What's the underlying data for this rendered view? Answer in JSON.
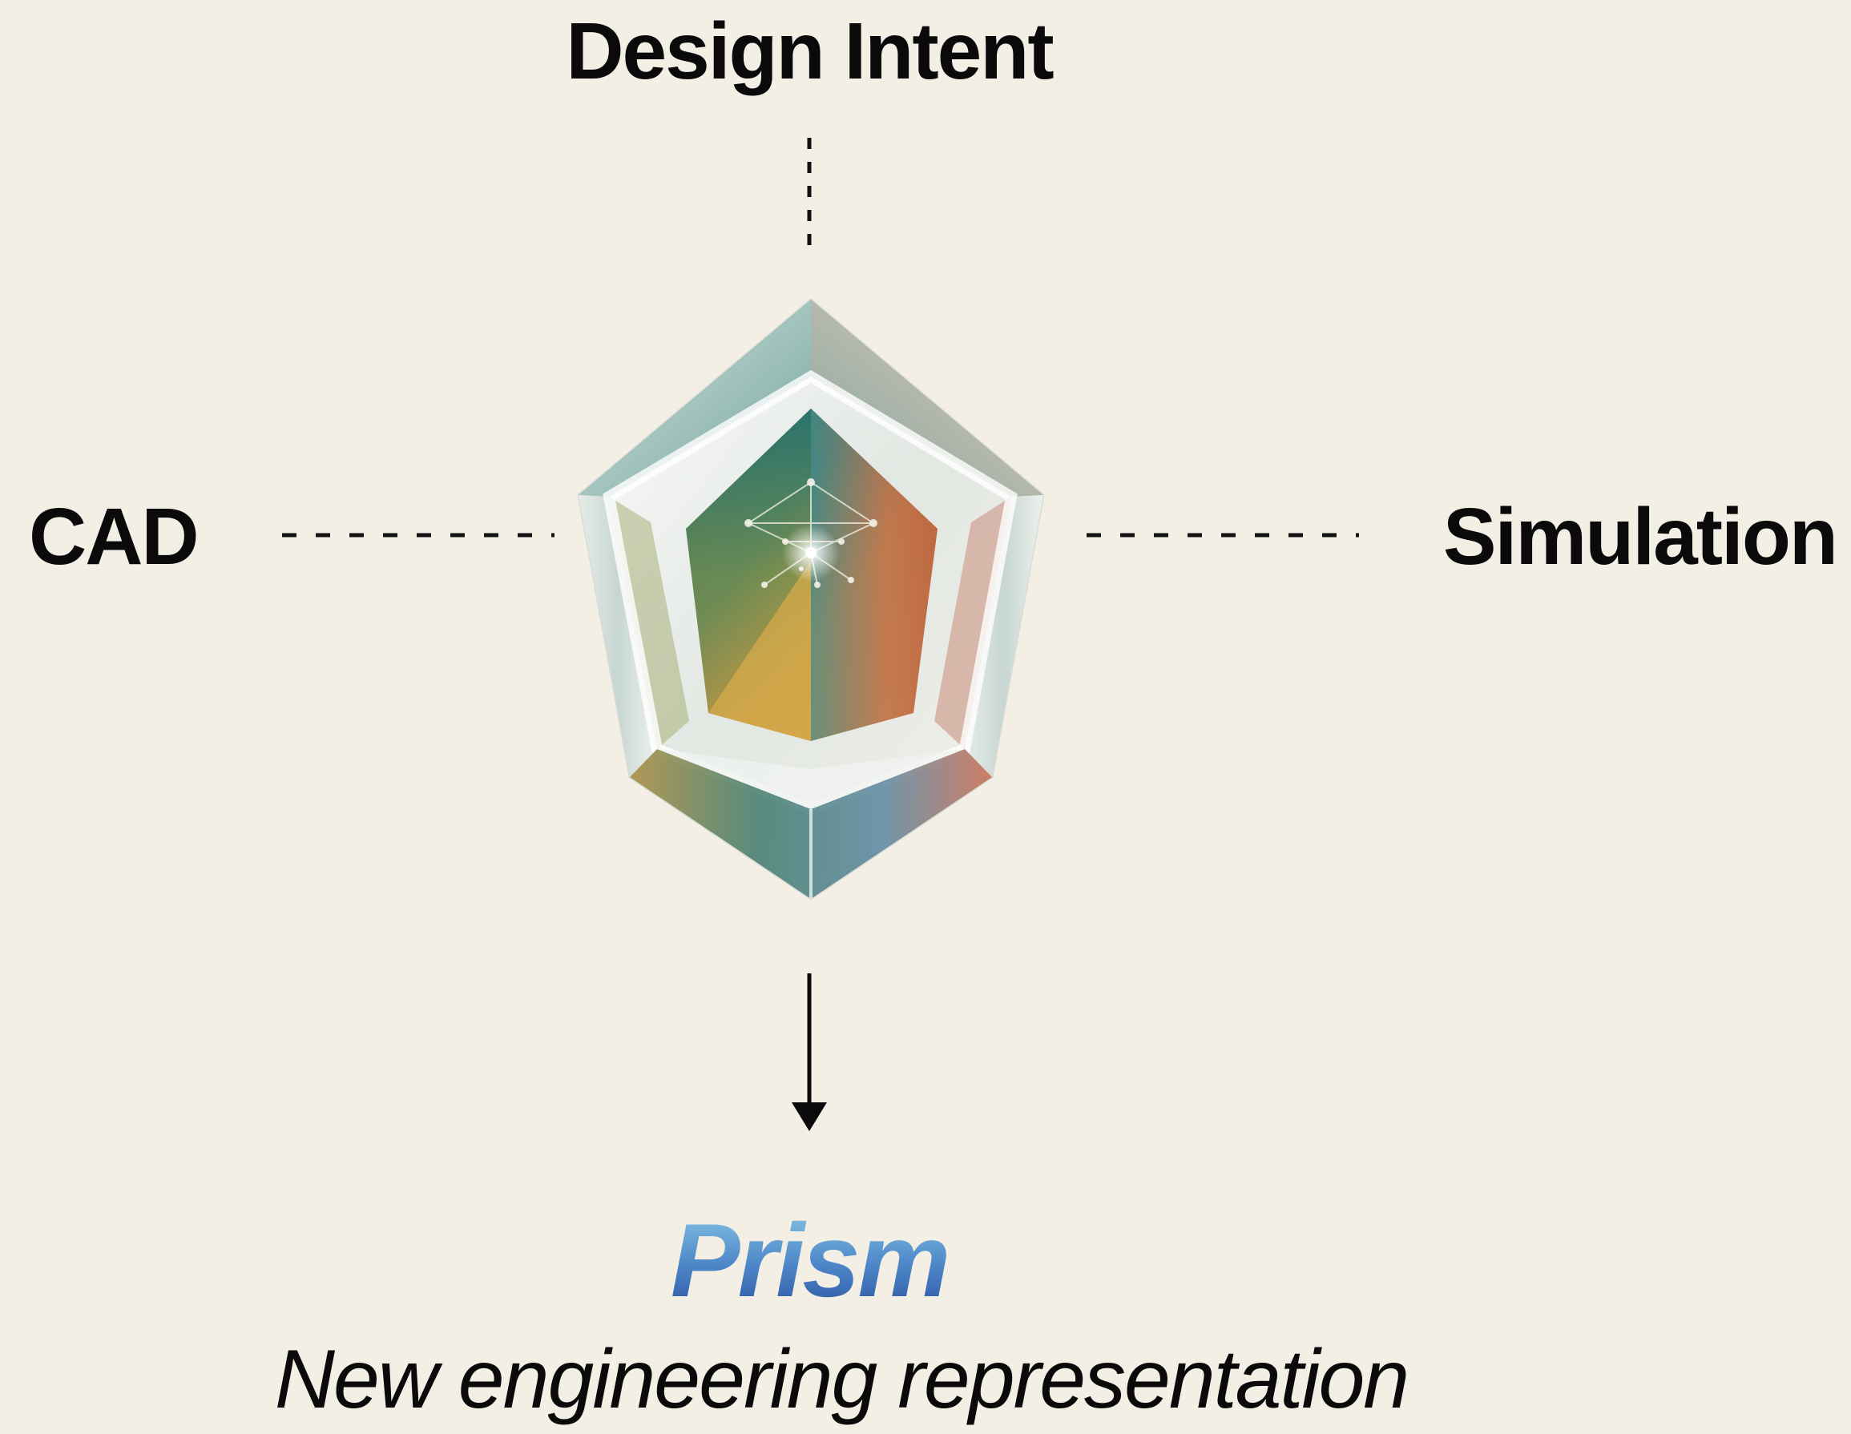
{
  "inputs": {
    "top": "Design Intent",
    "left": "CAD",
    "right": "Simulation"
  },
  "output": {
    "name": "Prism",
    "description": "New engineering representation"
  },
  "colors": {
    "background": "#f3efe5",
    "text": "#0a0a0a",
    "prism_title_gradient_top": "#86c6e6",
    "prism_title_gradient_bottom": "#2e57a3"
  },
  "icons": {
    "center": "crystal-gem-icon",
    "flow": "arrow-down-icon"
  }
}
